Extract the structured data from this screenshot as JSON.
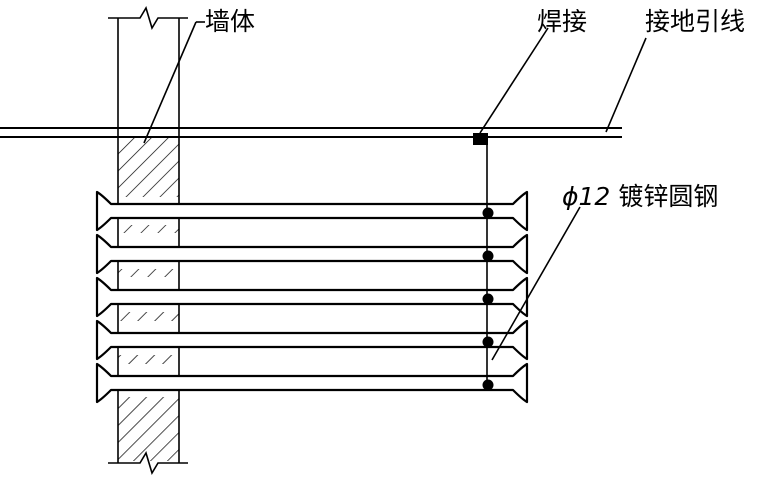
{
  "labels": {
    "wall": "墙体",
    "weld": "焊接",
    "ground_lead": "接地引线",
    "rod_prefix": "ϕ12",
    "rod_text": "镀锌圆钢"
  },
  "rods": {
    "count": 5
  }
}
